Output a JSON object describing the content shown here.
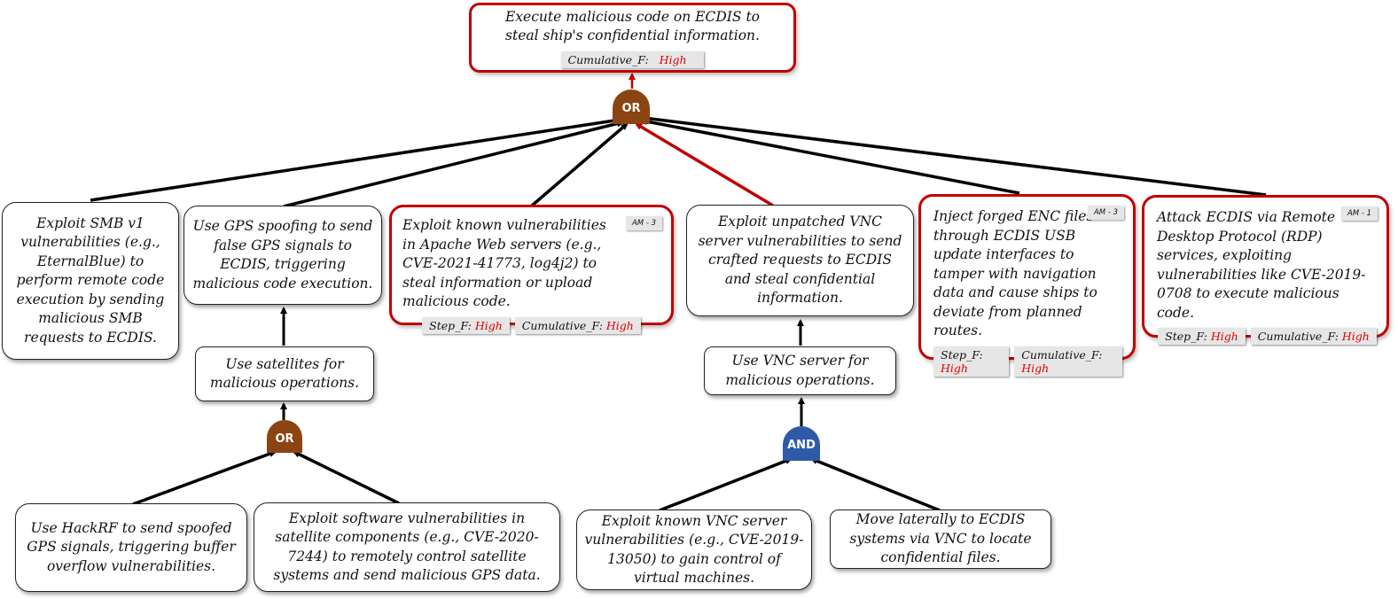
{
  "root": {
    "text": "Execute malicious code on ECDIS to steal ship's confidential information.",
    "cumulative_label": "Cumulative_F:",
    "cumulative_value": "High"
  },
  "gates": {
    "top": "OR",
    "gps": "OR",
    "vnc": "AND"
  },
  "nodes": {
    "smb": "Exploit SMB v1 vulnerabilities (e.g., EternalBlue) to perform remote code execution by sending malicious SMB requests to ECDIS.",
    "gps_spoof": "Use GPS spoofing to send false GPS signals to ECDIS, triggering malicious code execution.",
    "apache": {
      "text": "Exploit known vulnerabilities in Apache Web servers (e.g., CVE-2021-41773, log4j2) to steal information or upload malicious code.",
      "tag": "AM - 3",
      "step_label": "Step_F:",
      "step_value": "High",
      "cumulative_label": "Cumulative_F:",
      "cumulative_value": "High"
    },
    "vnc_unpatched": "Exploit unpatched VNC server vulnerabilities to send crafted requests to ECDIS and steal confidential information.",
    "enc": {
      "text": "Inject forged ENC files through ECDIS USB update interfaces to tamper with navigation data and cause ships to deviate from planned routes.",
      "tag": "AM - 3",
      "step_label": "Step_F:",
      "step_value": "High",
      "cumulative_label": "Cumulative_F:",
      "cumulative_value": "High"
    },
    "rdp": {
      "text": "Attack ECDIS via Remote Desktop Protocol (RDP) services, exploiting vulnerabilities like CVE-2019-0708 to execute malicious code.",
      "tag": "AM - 1",
      "step_label": "Step_F:",
      "step_value": "High",
      "cumulative_label": "Cumulative_F:",
      "cumulative_value": "High"
    },
    "satellites": "Use satellites for malicious operations.",
    "vnc_server": "Use VNC server for malicious operations.",
    "hackrf": "Use HackRF to send spoofed GPS signals, triggering buffer overflow vulnerabilities.",
    "satellite_vuln": "Exploit software vulnerabilities in satellite components (e.g., CVE-2020-7244) to remotely control satellite systems and send malicious GPS data.",
    "vnc_known": "Exploit known VNC server vulnerabilities (e.g., CVE-2019-13050) to gain control of virtual machines.",
    "move_laterally": "Move laterally to ECDIS systems via VNC to locate confidential files."
  },
  "colors": {
    "critical_border": "#c00000",
    "high_text": "#e00000",
    "or_gate": "#8b4513",
    "and_gate": "#2f5aa8"
  }
}
